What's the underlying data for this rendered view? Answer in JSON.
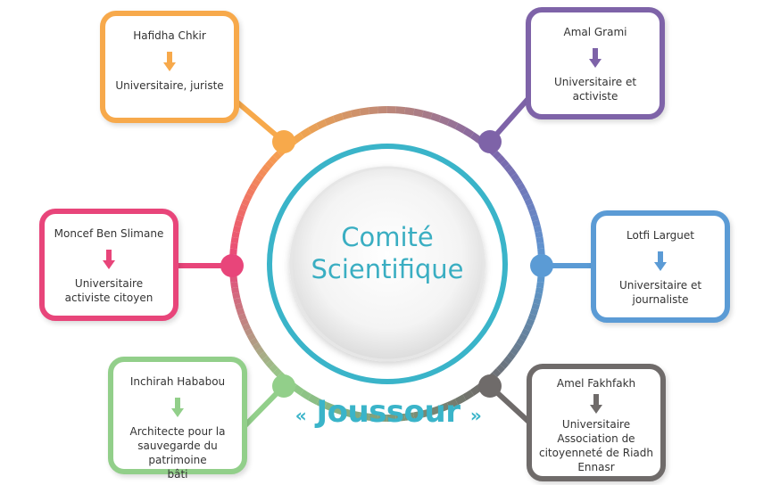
{
  "center": {
    "title": "Comité\nScientifique"
  },
  "brand": {
    "open_quote": "«",
    "name": "Joussour",
    "close_quote": "»"
  },
  "members": [
    {
      "name": "Hafidha Chkir",
      "role": "Universitaire, juriste",
      "color": "#f7a94b"
    },
    {
      "name": "Amal Grami",
      "role": "Universitaire et activiste",
      "color": "#7e63a8"
    },
    {
      "name": "Moncef Ben Slimane",
      "role": "Universitaire\nactiviste citoyen",
      "color": "#e8457a"
    },
    {
      "name": "Lotfi Larguet",
      "role": "Universitaire et journaliste",
      "color": "#5b9bd5"
    },
    {
      "name": "Inchirah Hababou",
      "role": "Architecte pour la\nsauvegarde du patrimoine\nbâti",
      "color": "#92cf8a"
    },
    {
      "name": "Amel Fakhfakh",
      "role": "Universitaire\nAssociation de\ncitoyenneté de Riadh\nEnnasr",
      "color": "#6f6b6a"
    }
  ]
}
